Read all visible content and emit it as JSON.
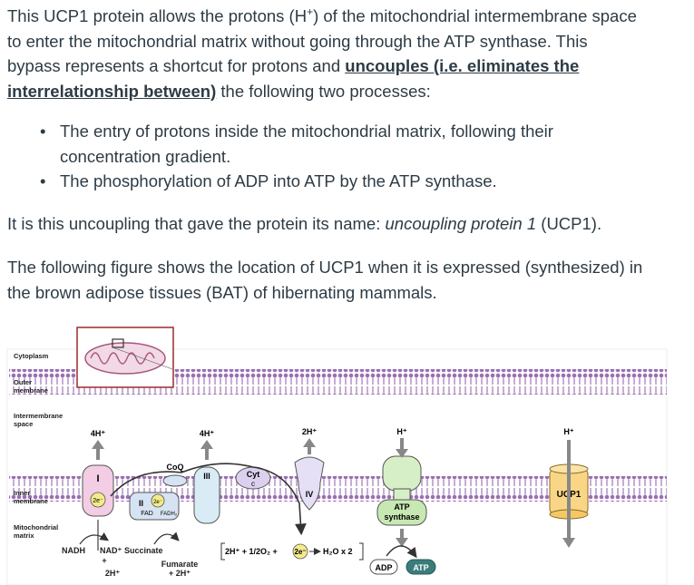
{
  "text": {
    "p1_a": "This UCP1 protein allows the protons (H",
    "p1_sup": "+",
    "p1_b": ") of the mitochondrial intermembrane space to enter the mitochondrial matrix without going through the ATP synthase. This bypass represents a shortcut for protons and ",
    "p1_u": "uncouples (i.e. eliminates the interrelationship between)",
    "p1_c": " the following two processes:",
    "bullet1": "The entry of protons inside the mitochondrial matrix, following their concentration gradient.",
    "bullet2": "The phosphorylation of ADP into ATP by the ATP synthase.",
    "p2_a": "It is this uncoupling that gave the protein its name: ",
    "p2_i": "uncoupling protein 1",
    "p2_b": " (UCP1).",
    "p3": "The following figure shows the location of UCP1 when it is expressed (synthesized) in the brown adipose tissues (BAT) of hibernating mammals."
  },
  "figure": {
    "cytoplasm": "Cytoplasm",
    "outer1": "Outer",
    "outer2": "membrane",
    "inter1": "Intermembrane",
    "inter2": "space",
    "inner1": "Inner",
    "inner2": "membrane",
    "matrix1": "Mitochondrial",
    "matrix2": "matrix",
    "c1_label": "I",
    "c1_h": "4H⁺",
    "c2_label": "II",
    "c3_label": "III",
    "c3_h": "4H⁺",
    "c4_label": "IV",
    "c4_h": "2H⁺",
    "coq": "CoQ",
    "cyt1": "Cyt",
    "cyt2": "c",
    "e2": "2e⁻",
    "fad": "FAD",
    "fadh2": "FADH₂",
    "nadh": "NADH",
    "nad": "NAD⁺",
    "plus": "+",
    "h2": "2H⁺",
    "succinate": "Succinate",
    "fumarate": "Fumarate",
    "plus2h": "+ 2H⁺",
    "reaction_a": "2H⁺ + 1/2O₂ +",
    "reaction_b": "H₂O x 2",
    "atp_h": "H⁺",
    "atp1": "ATP",
    "atp2": "synthase",
    "adp": "ADP",
    "atp": "ATP",
    "ucp_h": "H⁺",
    "ucp1": "UCP1"
  }
}
